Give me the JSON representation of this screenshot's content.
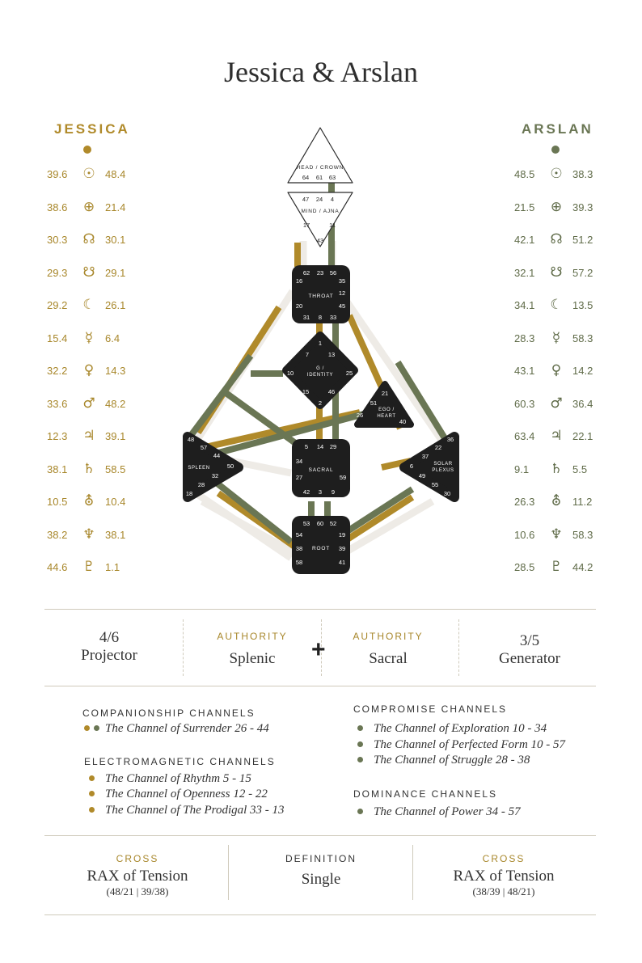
{
  "title": "Jessica & Arslan",
  "colors": {
    "gold": "#b08a2a",
    "green": "#6a7654",
    "center": "#1e1e1e",
    "channel_idle": "#eeebe6"
  },
  "left": {
    "name": "JESSICA",
    "rows": [
      {
        "v1": "39.6",
        "icon": "sun-icon",
        "glyph": "☉",
        "v2": "48.4"
      },
      {
        "v1": "38.6",
        "icon": "earth-icon",
        "glyph": "⊕",
        "v2": "21.4"
      },
      {
        "v1": "30.3",
        "icon": "north-node-icon",
        "glyph": "☊",
        "v2": "30.1"
      },
      {
        "v1": "29.3",
        "icon": "south-node-icon",
        "glyph": "☋",
        "v2": "29.1"
      },
      {
        "v1": "29.2",
        "icon": "moon-icon",
        "glyph": "☾",
        "v2": "26.1"
      },
      {
        "v1": "15.4",
        "icon": "mercury-icon",
        "glyph": "☿",
        "v2": "6.4"
      },
      {
        "v1": "32.2",
        "icon": "venus-icon",
        "glyph": "♀",
        "v2": "14.3"
      },
      {
        "v1": "33.6",
        "icon": "mars-icon",
        "glyph": "♂",
        "v2": "48.2"
      },
      {
        "v1": "12.3",
        "icon": "jupiter-icon",
        "glyph": "♃",
        "v2": "39.1"
      },
      {
        "v1": "38.1",
        "icon": "saturn-icon",
        "glyph": "♄",
        "v2": "58.5"
      },
      {
        "v1": "10.5",
        "icon": "uranus-icon",
        "glyph": "⛢",
        "v2": "10.4"
      },
      {
        "v1": "38.2",
        "icon": "neptune-icon",
        "glyph": "♆",
        "v2": "38.1"
      },
      {
        "v1": "44.6",
        "icon": "pluto-icon",
        "glyph": "♇",
        "v2": "1.1"
      }
    ]
  },
  "right": {
    "name": "ARSLAN",
    "rows": [
      {
        "v1": "48.5",
        "icon": "sun-icon",
        "glyph": "☉",
        "v2": "38.3"
      },
      {
        "v1": "21.5",
        "icon": "earth-icon",
        "glyph": "⊕",
        "v2": "39.3"
      },
      {
        "v1": "42.1",
        "icon": "north-node-icon",
        "glyph": "☊",
        "v2": "51.2"
      },
      {
        "v1": "32.1",
        "icon": "south-node-icon",
        "glyph": "☋",
        "v2": "57.2"
      },
      {
        "v1": "34.1",
        "icon": "moon-icon",
        "glyph": "☾",
        "v2": "13.5"
      },
      {
        "v1": "28.3",
        "icon": "mercury-icon",
        "glyph": "☿",
        "v2": "58.3"
      },
      {
        "v1": "43.1",
        "icon": "venus-icon",
        "glyph": "♀",
        "v2": "14.2"
      },
      {
        "v1": "60.3",
        "icon": "mars-icon",
        "glyph": "♂",
        "v2": "36.4"
      },
      {
        "v1": "63.4",
        "icon": "jupiter-icon",
        "glyph": "♃",
        "v2": "22.1"
      },
      {
        "v1": "9.1",
        "icon": "saturn-icon",
        "glyph": "♄",
        "v2": "5.5"
      },
      {
        "v1": "26.3",
        "icon": "uranus-icon",
        "glyph": "⛢",
        "v2": "11.2"
      },
      {
        "v1": "10.6",
        "icon": "neptune-icon",
        "glyph": "♆",
        "v2": "58.3"
      },
      {
        "v1": "28.5",
        "icon": "pluto-icon",
        "glyph": "♇",
        "v2": "44.2"
      }
    ]
  },
  "bodygraph": {
    "head": {
      "label": "HEAD / CROWN",
      "gates": [
        "64",
        "61",
        "63"
      ]
    },
    "ajna": {
      "label": "MIND / AJNA",
      "gates": [
        "47",
        "24",
        "4",
        "17",
        "11",
        "43"
      ]
    },
    "throat": {
      "label": "THROAT",
      "gates": [
        "62",
        "23",
        "56",
        "16",
        "35",
        "12",
        "20",
        "45",
        "31",
        "8",
        "33"
      ]
    },
    "g": {
      "label1": "G /",
      "label2": "IDENTITY",
      "gates": [
        "1",
        "7",
        "13",
        "10",
        "25",
        "15",
        "46",
        "2"
      ]
    },
    "ego": {
      "label1": "EGO /",
      "label2": "HEART",
      "gates": [
        "21",
        "51",
        "26",
        "40"
      ]
    },
    "spleen": {
      "label": "SPLEEN",
      "gates": [
        "48",
        "57",
        "44",
        "50",
        "32",
        "28",
        "18"
      ]
    },
    "sacral": {
      "label": "SACRAL",
      "gates": [
        "5",
        "14",
        "29",
        "34",
        "27",
        "59",
        "42",
        "3",
        "9"
      ]
    },
    "solar": {
      "label1": "SOLAR",
      "label2": "PLEXUS",
      "gates": [
        "36",
        "22",
        "37",
        "6",
        "49",
        "55",
        "30"
      ]
    },
    "root": {
      "label": "ROOT",
      "gates": [
        "53",
        "60",
        "52",
        "54",
        "19",
        "38",
        "39",
        "58",
        "41"
      ]
    }
  },
  "summary": {
    "left_profile": "4/6",
    "left_type": "Projector",
    "left_authority_label": "AUTHORITY",
    "left_authority": "Splenic",
    "right_authority_label": "AUTHORITY",
    "right_authority": "Sacral",
    "right_profile": "3/5",
    "right_type": "Generator",
    "plus": "+"
  },
  "channels": {
    "companionship_title": "COMPANIONSHIP CHANNELS",
    "companionship": [
      "The Channel of Surrender 26 - 44"
    ],
    "electromagnetic_title": "ELECTROMAGNETIC CHANNELS",
    "electromagnetic": [
      "The Channel of Rhythm 5 - 15",
      "The Channel of Openness 12 - 22",
      "The Channel of The Prodigal 33 - 13"
    ],
    "compromise_title": "COMPROMISE CHANNELS",
    "compromise": [
      "The Channel of Exploration 10 - 34",
      "The Channel of Perfected Form 10 - 57",
      "The Channel of Struggle 28 - 38"
    ],
    "dominance_title": "DOMINANCE CHANNELS",
    "dominance": [
      "The Channel of Power 34 - 57"
    ]
  },
  "footer": {
    "left_label": "CROSS",
    "left_cross": "RAX of Tension",
    "left_gates": "(48/21 | 39/38)",
    "mid_label": "DEFINITION",
    "mid_value": "Single",
    "right_label": "CROSS",
    "right_cross": "RAX of Tension",
    "right_gates": "(38/39 | 48/21)"
  }
}
